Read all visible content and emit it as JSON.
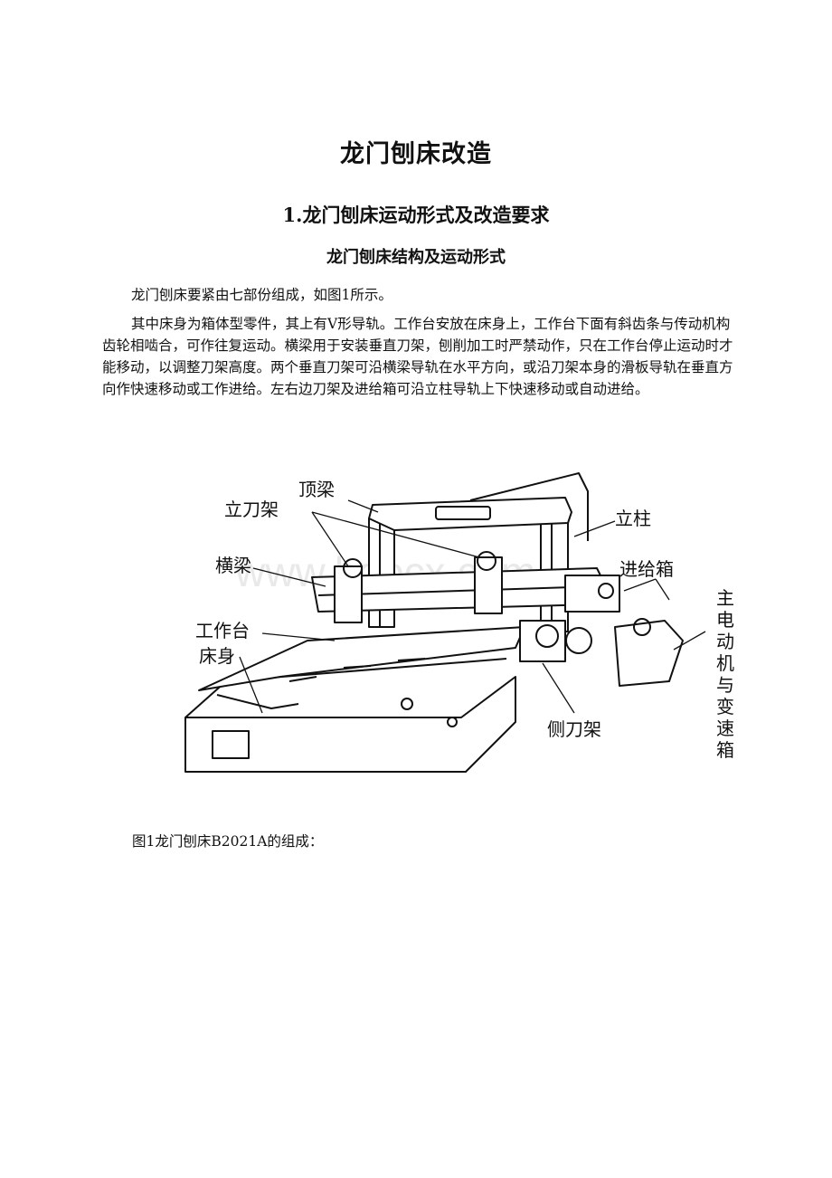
{
  "document": {
    "title": "龙门刨床改造",
    "section_heading": "1.龙门刨床运动形式及改造要求",
    "subsection_heading": "龙门刨床结构及运动形式",
    "paragraphs": [
      "龙门刨床要紧由七部份组成，如图1所示。",
      "其中床身为箱体型零件，其上有V形导轨。工作台安放在床身上，工作台下面有斜齿条与传动机构齿轮相啮合，可作往复运动。横梁用于安装垂直刀架，刨削加工时严禁动作，只在工作台停止运动时才能移动，以调整刀架高度。两个垂直刀架可沿横梁导轨在水平方向，或沿刀架本身的滑板导轨在垂直方向作快速移动或工作进给。左右边刀架及进给箱可沿立柱导轨上下快速移动或自动进给。"
    ],
    "figure": {
      "labels": {
        "top_beam": "顶梁",
        "vertical_tool_rest": "立刀架",
        "crossbeam": "横梁",
        "worktable": "工作台",
        "bed": "床身",
        "column": "立柱",
        "feed_box": "进给箱",
        "side_tool_rest": "侧刀架",
        "main_motor": [
          "主",
          "电",
          "动",
          "机",
          "与",
          "变",
          "速",
          "箱"
        ]
      },
      "watermark": "www.bdocx.com"
    },
    "caption": "图1龙门刨床B2021A的组成："
  }
}
